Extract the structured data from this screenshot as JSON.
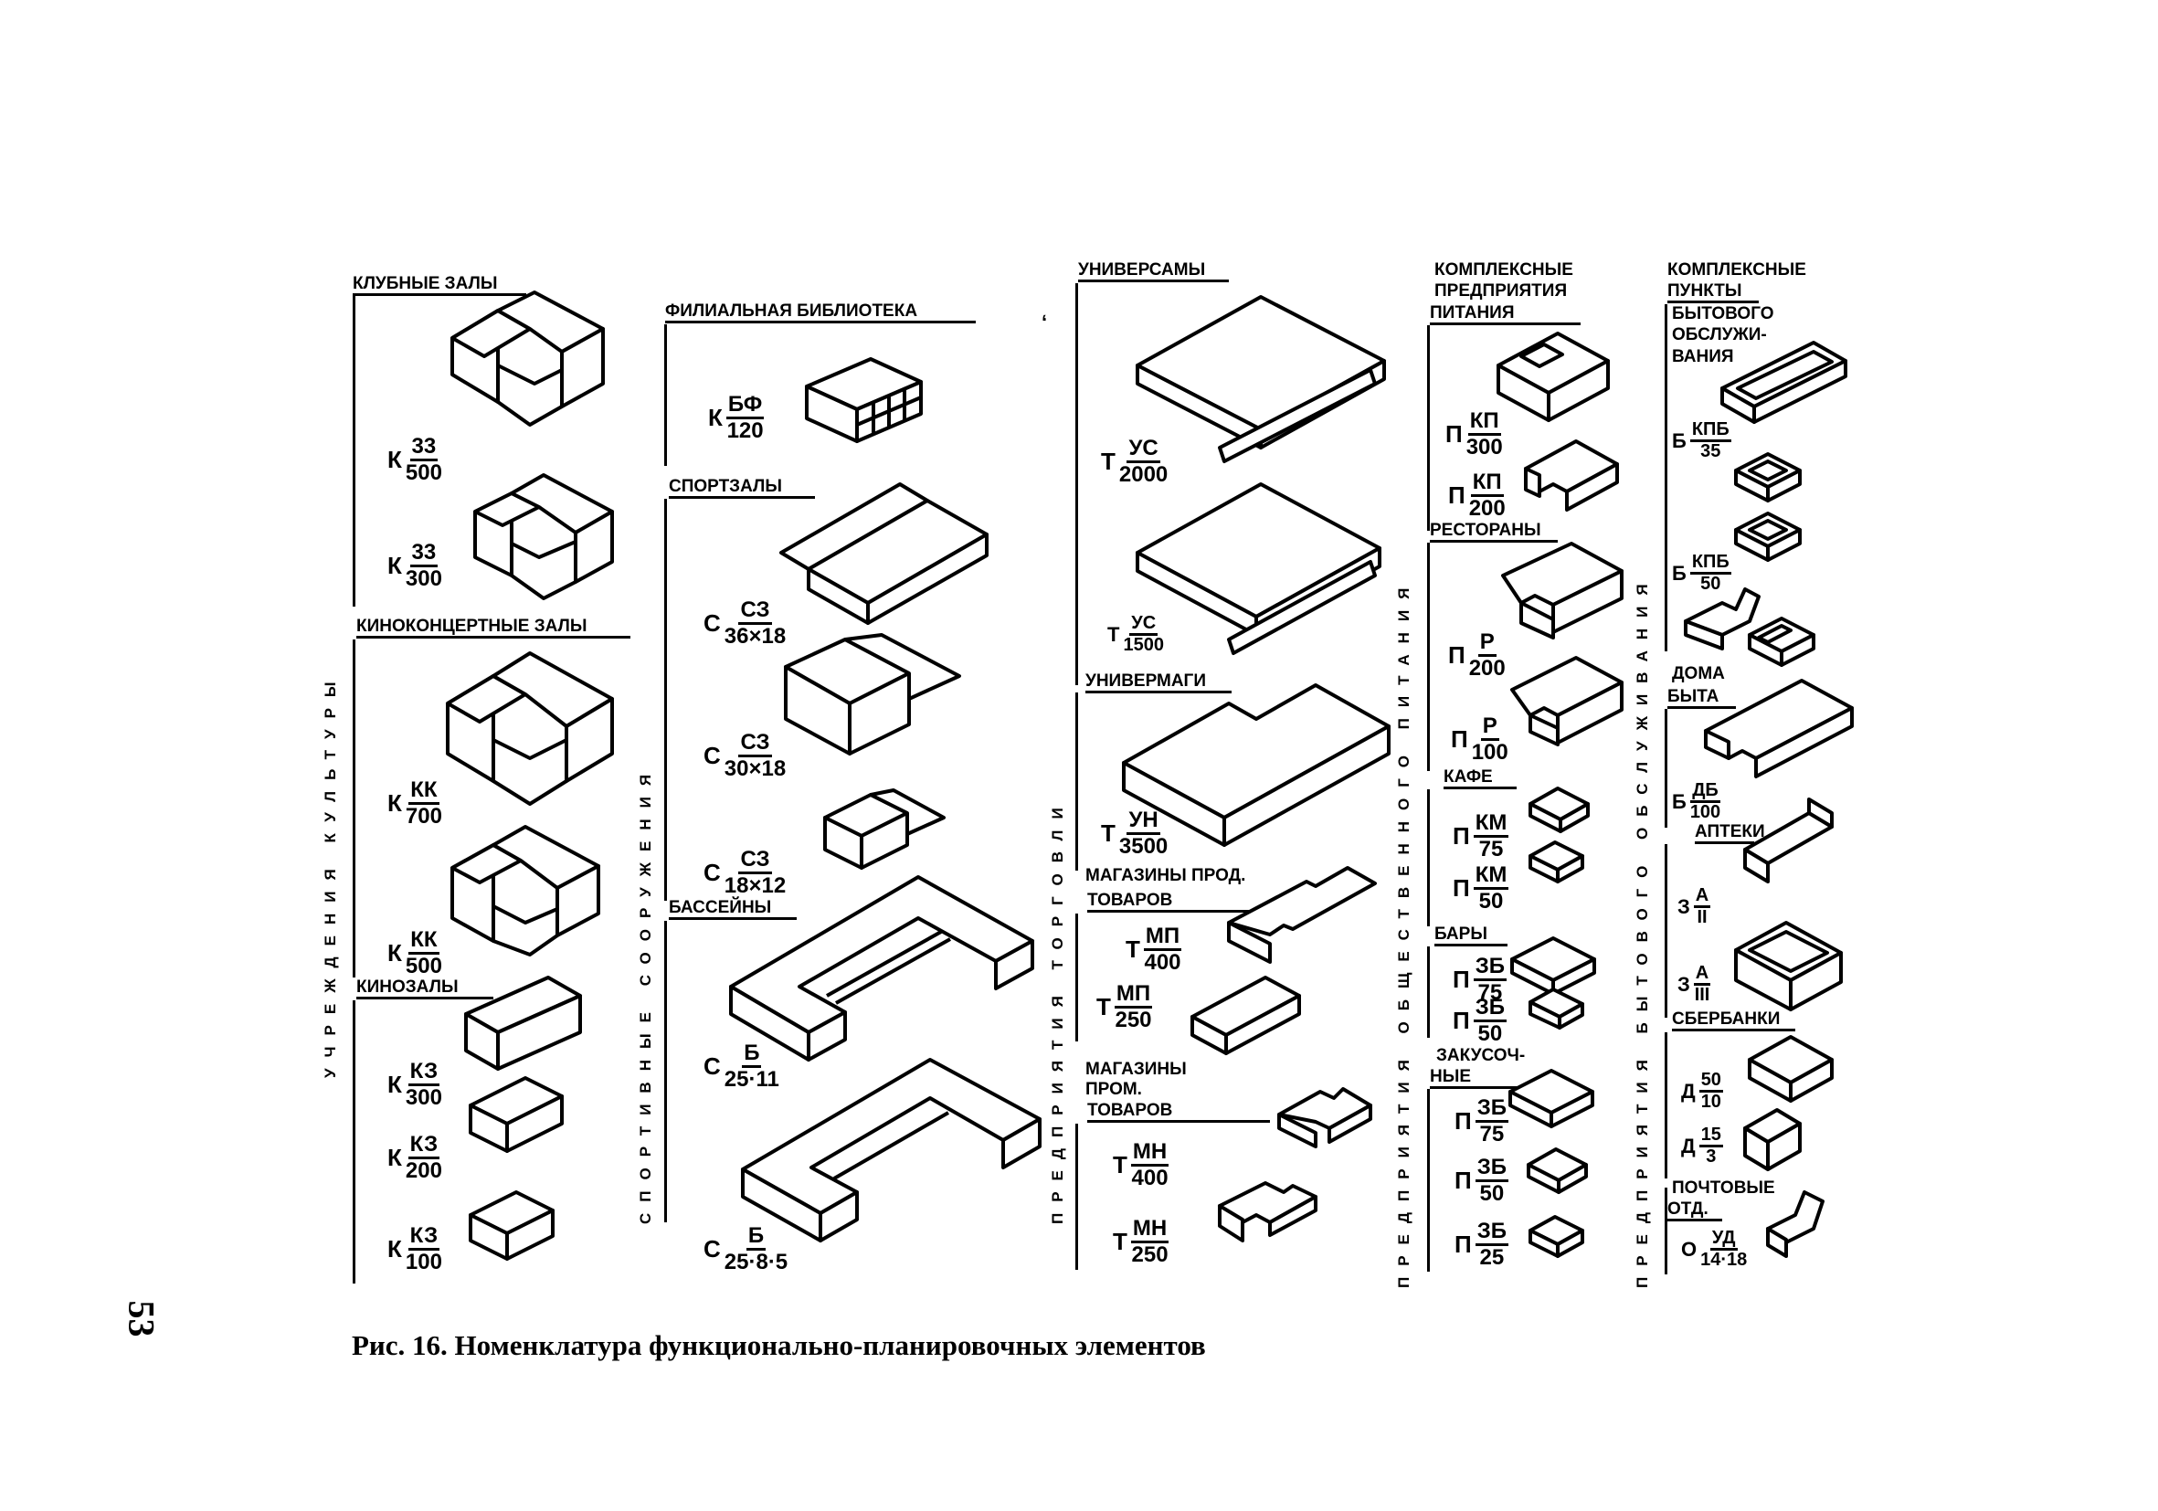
{
  "page_number": "53",
  "caption": "Рис. 16. Номенклатура функционально-планировочных элементов",
  "stray_mark": "ʻ",
  "columns": [
    {
      "vertical_title": "УЧРЕЖДЕНИЯ КУЛЬТУРЫ",
      "groups": [
        {
          "heading": "КЛУБНЫЕ ЗАЛЫ",
          "items": [
            {
              "prefix": "К",
              "num": "33",
              "den": "500"
            },
            {
              "prefix": "К",
              "num": "33",
              "den": "300"
            }
          ]
        },
        {
          "heading": "КИНОКОНЦЕРТНЫЕ ЗАЛЫ",
          "items": [
            {
              "prefix": "К",
              "num": "КК",
              "den": "700"
            },
            {
              "prefix": "К",
              "num": "КК",
              "den": "500"
            }
          ]
        },
        {
          "heading": "КИНОЗАЛЫ",
          "items": [
            {
              "prefix": "К",
              "num": "КЗ",
              "den": "300"
            },
            {
              "prefix": "К",
              "num": "КЗ",
              "den": "200"
            },
            {
              "prefix": "К",
              "num": "КЗ",
              "den": "100"
            }
          ]
        }
      ]
    },
    {
      "vertical_title": "СПОРТИВНЫЕ СООРУЖЕНИЯ",
      "groups": [
        {
          "heading": "ФИЛИАЛЬНАЯ БИБЛИОТЕКА",
          "items": [
            {
              "prefix": "К",
              "num": "БФ",
              "den": "120"
            }
          ]
        },
        {
          "heading": "СПОРТЗАЛЫ",
          "items": [
            {
              "prefix": "С",
              "num": "СЗ",
              "den": "36×18"
            },
            {
              "prefix": "С",
              "num": "СЗ",
              "den": "30×18"
            },
            {
              "prefix": "С",
              "num": "СЗ",
              "den": "18×12"
            }
          ]
        },
        {
          "heading": "БАССЕЙНЫ",
          "items": [
            {
              "prefix": "С",
              "num": "Б",
              "den": "25·11"
            },
            {
              "prefix": "С",
              "num": "Б",
              "den": "25·8·5"
            }
          ]
        }
      ]
    },
    {
      "vertical_title": "ПРЕДПРИЯТИЯ ТОРГОВЛИ",
      "groups": [
        {
          "heading": "УНИВЕРСАМЫ",
          "items": [
            {
              "prefix": "Т",
              "num": "УС",
              "den": "2000"
            },
            {
              "prefix": "Т",
              "num": "УС",
              "den": "1500"
            }
          ]
        },
        {
          "heading": "УНИВЕРМАГИ",
          "items": [
            {
              "prefix": "Т",
              "num": "УН",
              "den": "3500"
            }
          ]
        },
        {
          "heading": "МАГАЗИНЫ ПРОД. ТОВАРОВ",
          "items": [
            {
              "prefix": "Т",
              "num": "МП",
              "den": "400"
            },
            {
              "prefix": "Т",
              "num": "МП",
              "den": "250"
            }
          ]
        },
        {
          "heading": "МАГАЗИНЫ ПРОМ. ТОВАРОВ",
          "items": [
            {
              "prefix": "Т",
              "num": "МН",
              "den": "400"
            },
            {
              "prefix": "Т",
              "num": "МН",
              "den": "250"
            }
          ]
        }
      ]
    },
    {
      "vertical_title": "ПРЕДПРИЯТИЯ ОБЩЕСТВЕННОГО ПИТАНИЯ",
      "groups": [
        {
          "heading": "КОМПЛЕКСНЫЕ ПРЕДПРИЯТИЯ ПИТАНИЯ",
          "items": [
            {
              "prefix": "П",
              "num": "КП",
              "den": "300"
            },
            {
              "prefix": "П",
              "num": "КП",
              "den": "200"
            }
          ]
        },
        {
          "heading": "РЕСТОРАНЫ",
          "items": [
            {
              "prefix": "П",
              "num": "Р",
              "den": "200"
            },
            {
              "prefix": "П",
              "num": "Р",
              "den": "100"
            }
          ]
        },
        {
          "heading": "КАФЕ",
          "items": [
            {
              "prefix": "П",
              "num": "КМ",
              "den": "75"
            },
            {
              "prefix": "П",
              "num": "КМ",
              "den": "50"
            }
          ]
        },
        {
          "heading": "БАРЫ",
          "items": [
            {
              "prefix": "П",
              "num": "ЗБ",
              "den": "75"
            },
            {
              "prefix": "П",
              "num": "ЗБ",
              "den": "50"
            }
          ]
        },
        {
          "heading": "ЗАКУСОЧНЫЕ",
          "items": [
            {
              "prefix": "П",
              "num": "ЗБ",
              "den": "75"
            },
            {
              "prefix": "П",
              "num": "ЗБ",
              "den": "50"
            },
            {
              "prefix": "П",
              "num": "ЗБ",
              "den": "25"
            }
          ]
        }
      ]
    },
    {
      "vertical_title": "ПРЕДПРИЯТИЯ БЫТОВОГО ОБСЛУЖИВАНИЯ",
      "groups": [
        {
          "heading": "КОМПЛЕКСНЫЕ ПУНКТЫ БЫТОВОГО ОБСЛУЖИВАНИЯ",
          "items": [
            {
              "prefix": "Б",
              "num": "КПБ",
              "den": "35"
            },
            {
              "prefix": "Б",
              "num": "КПБ",
              "den": "50"
            }
          ]
        },
        {
          "heading": "ДОМА БЫТА",
          "items": [
            {
              "prefix": "Б",
              "num": "ДБ",
              "den": "100"
            }
          ]
        },
        {
          "heading": "АПТЕКИ",
          "items": [
            {
              "prefix": "З",
              "num": "А",
              "den": "II"
            },
            {
              "prefix": "З",
              "num": "А",
              "den": "III"
            }
          ]
        },
        {
          "heading": "СБЕРБАНКИ",
          "items": [
            {
              "prefix": "Д",
              "num": "50",
              "den": "10"
            },
            {
              "prefix": "Д",
              "num": "15",
              "den": "3"
            }
          ]
        },
        {
          "heading": "ПОЧТОВЫЕ ОТД.",
          "items": [
            {
              "prefix": "О",
              "num": "УД",
              "den": "14·18"
            }
          ]
        }
      ]
    }
  ],
  "heading_lines": {
    "food_complex": [
      "КОМПЛЕКСНЫЕ",
      "ПРЕДПРИЯТИЯ",
      "ПИТАНИЯ"
    ],
    "service_complex": [
      "КОМПЛЕКСНЫЕ",
      "ПУНКТЫ",
      "БЫТОВОГО",
      "ОБСЛУЖИ-",
      "ВАНИЯ"
    ],
    "shops_food": [
      "МАГАЗИНЫ ПРОД.",
      "ТОВАРОВ"
    ],
    "shops_ind": [
      "МАГАЗИНЫ",
      "ПРОМ.",
      "ТОВАРОВ"
    ],
    "snack": [
      "ЗАКУСОЧ-",
      "НЫЕ"
    ],
    "homes": [
      "ДОМА",
      "БЫТА"
    ],
    "post": [
      "ПОЧТОВЫЕ",
      "ОТД."
    ]
  }
}
